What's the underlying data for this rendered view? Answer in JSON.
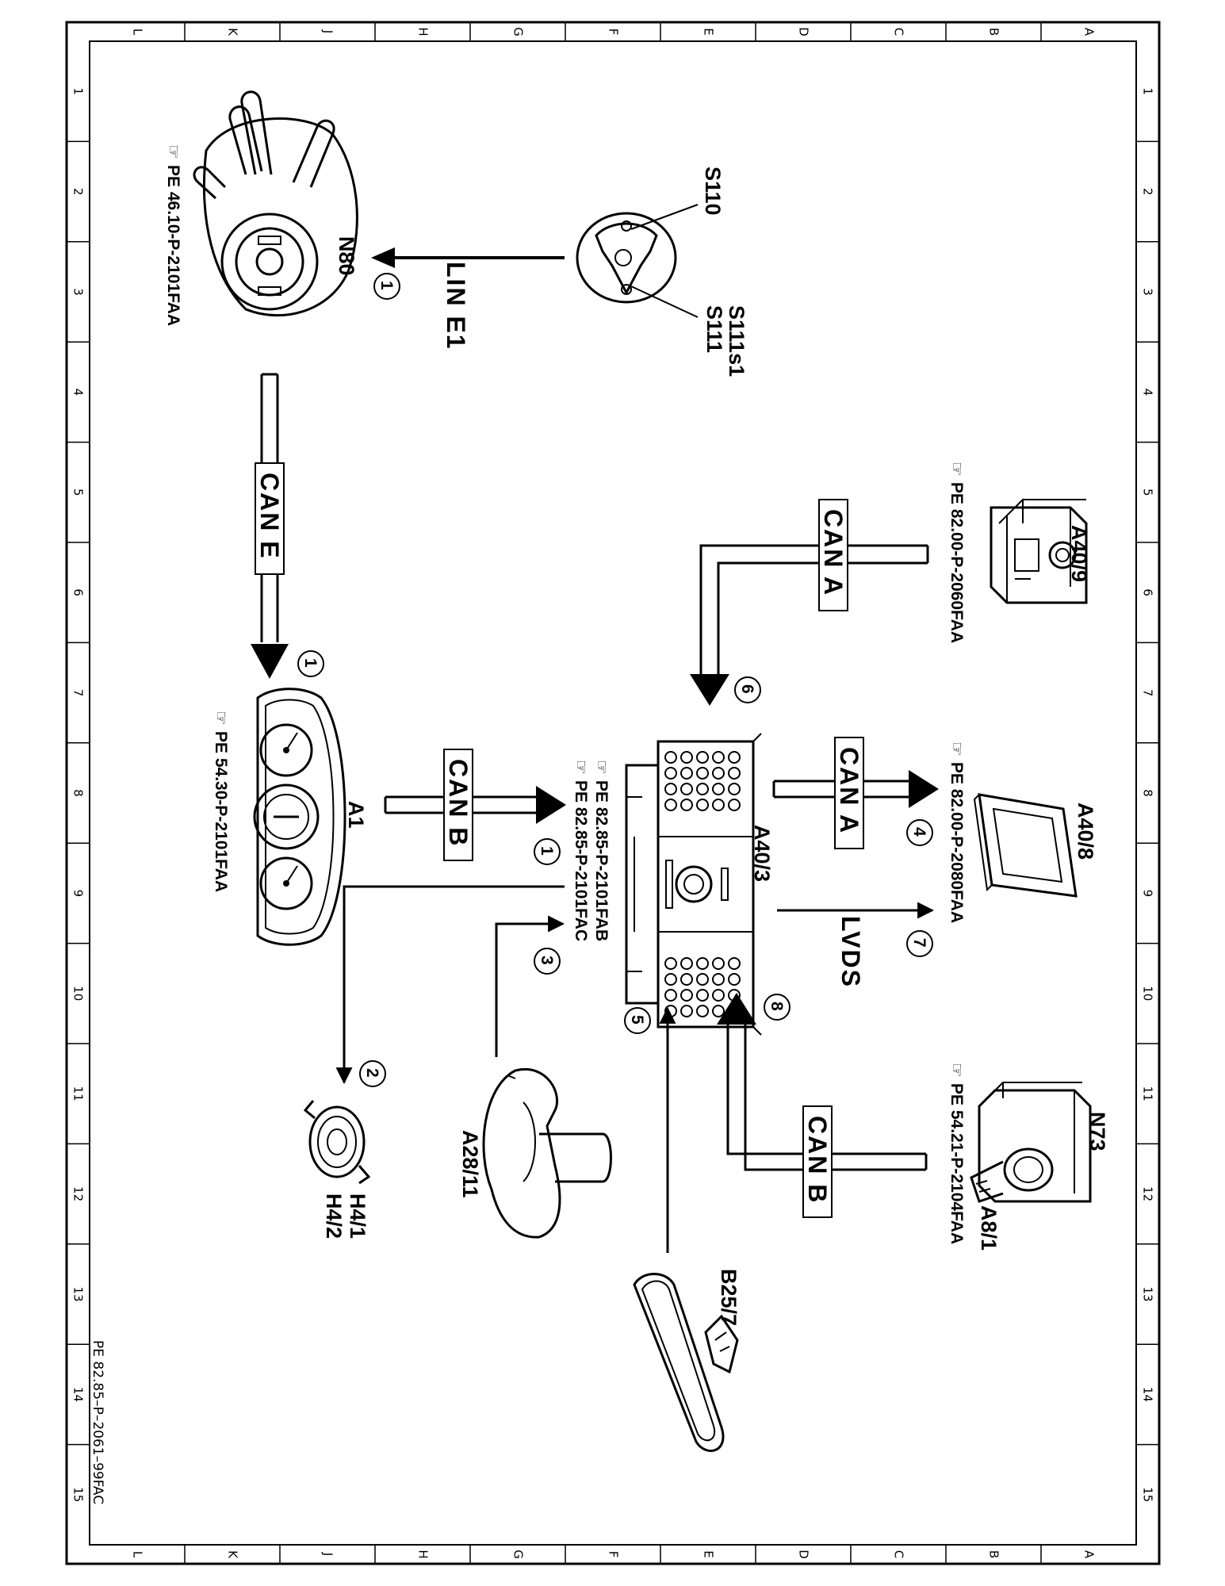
{
  "document_id": "PE 82.85–P–2061–99FAC",
  "grid": {
    "columns": [
      "L",
      "K",
      "J",
      "H",
      "G",
      "F",
      "E",
      "D",
      "C",
      "B",
      "A"
    ],
    "rows": [
      "1",
      "2",
      "3",
      "4",
      "5",
      "6",
      "7",
      "8",
      "9",
      "10",
      "11",
      "12",
      "13",
      "14",
      "15"
    ]
  },
  "components": {
    "n80": {
      "label": "N80",
      "ref": "PE 46.10-P-2101FAA"
    },
    "s110": {
      "label": "S110"
    },
    "s111": {
      "label1": "S111s1",
      "label2": "S111"
    },
    "a1": {
      "label": "A1",
      "ref": "PE 54.30-P-2101FAA"
    },
    "a40_3": {
      "label": "A40/3",
      "ref1": "PE 82.85-P-2101FAB",
      "ref2": "PE 82.85-P-2101FAC"
    },
    "a40_9": {
      "label": "A40/9",
      "ref": "PE 82.00-P-2060FAA"
    },
    "a40_8": {
      "label": "A40/8",
      "ref": "PE 82.00-P-2080FAA"
    },
    "h4": {
      "label1": "H4/1",
      "label2": "H4/2"
    },
    "a28_11": {
      "label": "A28/11"
    },
    "b25_7": {
      "label": "B25/7"
    },
    "n73": {
      "label1": "N73",
      "label2": "A8/1",
      "ref": "PE 54.21-P-2104FAA"
    }
  },
  "buses": {
    "lin_e1": "LIN E1",
    "can_e": "CAN E",
    "can_b_a1": "CAN B",
    "can_a_a40_9": "CAN A",
    "can_a_a40_8": "CAN A",
    "lvds": "LVDS",
    "can_b_n73": "CAN B"
  },
  "callouts": {
    "c1_lin": "1",
    "c1_cane": "1",
    "c1_canb": "1",
    "c2": "2",
    "c3": "3",
    "c4": "4",
    "c5": "5",
    "c6": "6",
    "c7": "7",
    "c8": "8"
  }
}
